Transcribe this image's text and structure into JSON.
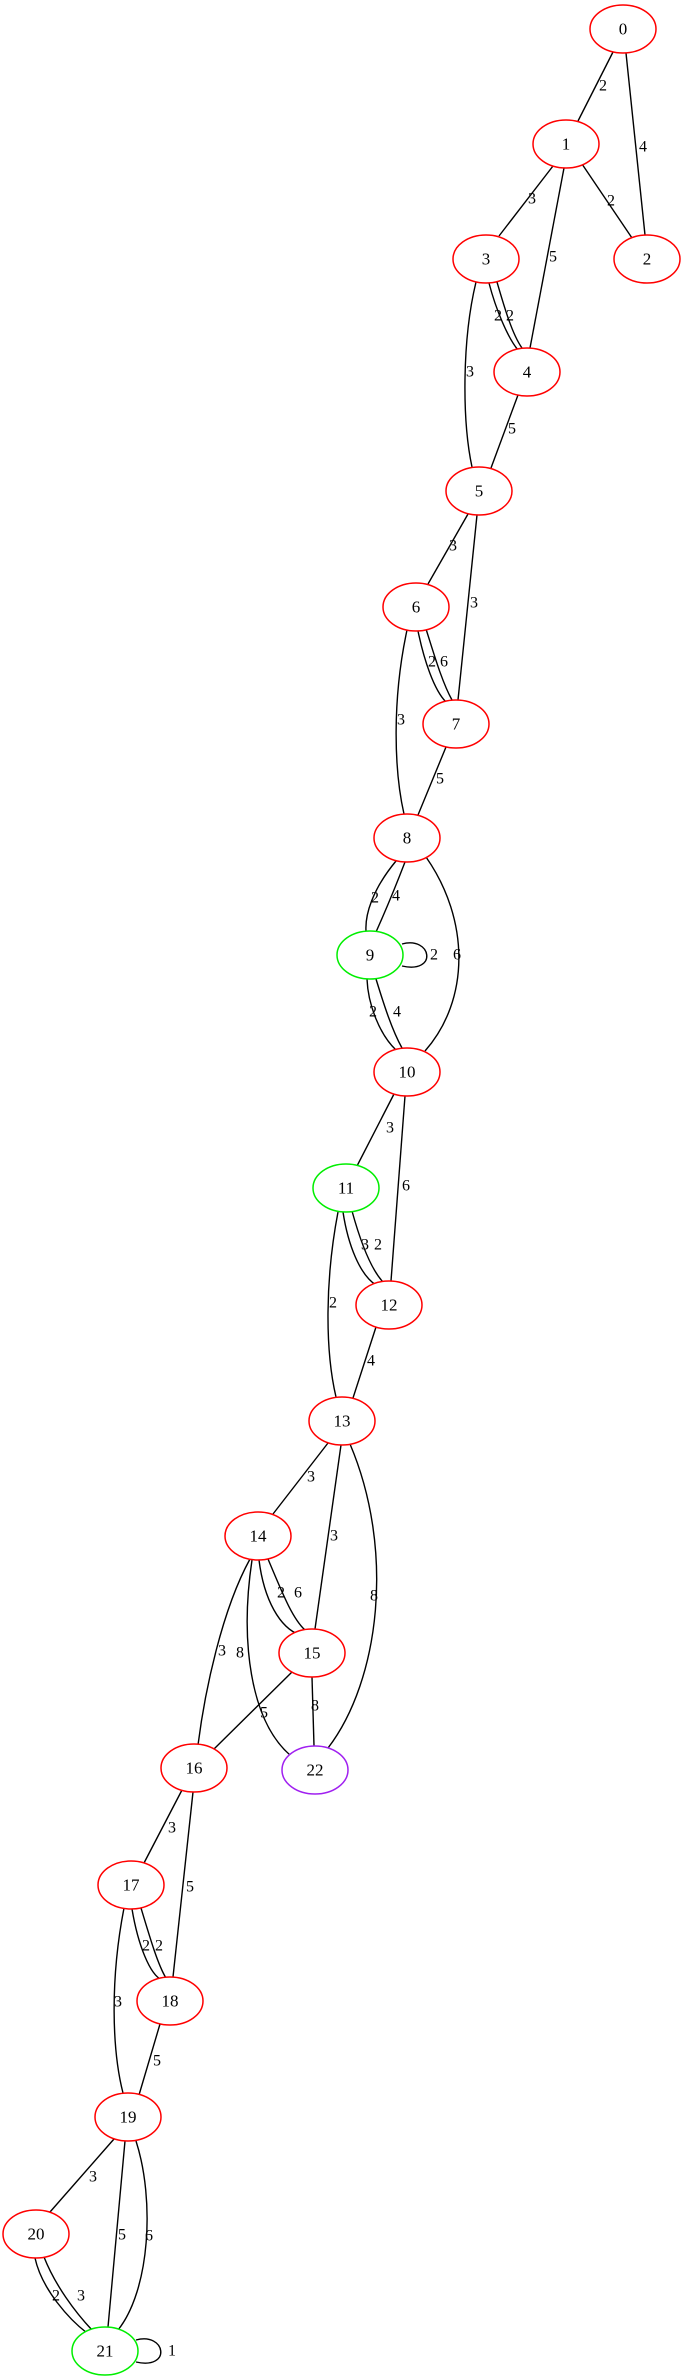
{
  "colors": {
    "red": "#ff0000",
    "green": "#00ee00",
    "purple": "#a020f0",
    "edge": "#000000"
  },
  "nodes": [
    {
      "id": "0",
      "label": "0",
      "color": "red"
    },
    {
      "id": "1",
      "label": "1",
      "color": "red"
    },
    {
      "id": "2",
      "label": "2",
      "color": "red"
    },
    {
      "id": "3",
      "label": "3",
      "color": "red"
    },
    {
      "id": "4",
      "label": "4",
      "color": "red"
    },
    {
      "id": "5",
      "label": "5",
      "color": "red"
    },
    {
      "id": "6",
      "label": "6",
      "color": "red"
    },
    {
      "id": "7",
      "label": "7",
      "color": "red"
    },
    {
      "id": "8",
      "label": "8",
      "color": "red"
    },
    {
      "id": "9",
      "label": "9",
      "color": "green"
    },
    {
      "id": "10",
      "label": "10",
      "color": "red"
    },
    {
      "id": "11",
      "label": "11",
      "color": "green"
    },
    {
      "id": "12",
      "label": "12",
      "color": "red"
    },
    {
      "id": "13",
      "label": "13",
      "color": "red"
    },
    {
      "id": "14",
      "label": "14",
      "color": "red"
    },
    {
      "id": "15",
      "label": "15",
      "color": "red"
    },
    {
      "id": "16",
      "label": "16",
      "color": "red"
    },
    {
      "id": "17",
      "label": "17",
      "color": "red"
    },
    {
      "id": "18",
      "label": "18",
      "color": "red"
    },
    {
      "id": "19",
      "label": "19",
      "color": "red"
    },
    {
      "id": "20",
      "label": "20",
      "color": "red"
    },
    {
      "id": "21",
      "label": "21",
      "color": "green"
    },
    {
      "id": "22",
      "label": "22",
      "color": "purple"
    }
  ],
  "edges": [
    {
      "id": "0-1",
      "from": "0",
      "to": "1",
      "weight": "2"
    },
    {
      "id": "0-2",
      "from": "0",
      "to": "2",
      "weight": "4"
    },
    {
      "id": "1-3",
      "from": "1",
      "to": "3",
      "weight": "3"
    },
    {
      "id": "1-2",
      "from": "1",
      "to": "2",
      "weight": "2"
    },
    {
      "id": "1-4",
      "from": "1",
      "to": "4",
      "weight": "5"
    },
    {
      "id": "3-4a",
      "from": "3",
      "to": "4",
      "weight": "2"
    },
    {
      "id": "3-4b",
      "from": "3",
      "to": "4",
      "weight": "2"
    },
    {
      "id": "3-5",
      "from": "3",
      "to": "5",
      "weight": "3"
    },
    {
      "id": "4-5",
      "from": "4",
      "to": "5",
      "weight": "5"
    },
    {
      "id": "5-6",
      "from": "5",
      "to": "6",
      "weight": "3"
    },
    {
      "id": "5-7",
      "from": "5",
      "to": "7",
      "weight": "3"
    },
    {
      "id": "6-7a",
      "from": "6",
      "to": "7",
      "weight": "2"
    },
    {
      "id": "6-7b",
      "from": "6",
      "to": "7",
      "weight": "6"
    },
    {
      "id": "6-8",
      "from": "6",
      "to": "8",
      "weight": "3"
    },
    {
      "id": "7-8",
      "from": "7",
      "to": "8",
      "weight": "5"
    },
    {
      "id": "8-9a",
      "from": "8",
      "to": "9",
      "weight": "2"
    },
    {
      "id": "8-9b",
      "from": "8",
      "to": "9",
      "weight": "4"
    },
    {
      "id": "8-10",
      "from": "8",
      "to": "10",
      "weight": "6"
    },
    {
      "id": "9-9",
      "from": "9",
      "to": "9",
      "weight": "2"
    },
    {
      "id": "9-10a",
      "from": "9",
      "to": "10",
      "weight": "2"
    },
    {
      "id": "9-10b",
      "from": "9",
      "to": "10",
      "weight": "4"
    },
    {
      "id": "10-11",
      "from": "10",
      "to": "11",
      "weight": "3"
    },
    {
      "id": "10-12",
      "from": "10",
      "to": "12",
      "weight": "6"
    },
    {
      "id": "11-12a",
      "from": "11",
      "to": "12",
      "weight": "3"
    },
    {
      "id": "11-12b",
      "from": "11",
      "to": "12",
      "weight": "2"
    },
    {
      "id": "11-13",
      "from": "11",
      "to": "13",
      "weight": "2"
    },
    {
      "id": "12-13",
      "from": "12",
      "to": "13",
      "weight": "4"
    },
    {
      "id": "13-14",
      "from": "13",
      "to": "14",
      "weight": "3"
    },
    {
      "id": "13-15",
      "from": "13",
      "to": "15",
      "weight": "3"
    },
    {
      "id": "13-22",
      "from": "13",
      "to": "22",
      "weight": "8"
    },
    {
      "id": "14-15a",
      "from": "14",
      "to": "15",
      "weight": "2"
    },
    {
      "id": "14-15b",
      "from": "14",
      "to": "15",
      "weight": "6"
    },
    {
      "id": "14-16",
      "from": "14",
      "to": "16",
      "weight": "3"
    },
    {
      "id": "14-22",
      "from": "14",
      "to": "22",
      "weight": "8"
    },
    {
      "id": "15-16",
      "from": "15",
      "to": "16",
      "weight": "5"
    },
    {
      "id": "15-22",
      "from": "15",
      "to": "22",
      "weight": "8"
    },
    {
      "id": "16-17",
      "from": "16",
      "to": "17",
      "weight": "3"
    },
    {
      "id": "16-18",
      "from": "16",
      "to": "18",
      "weight": "5"
    },
    {
      "id": "17-18a",
      "from": "17",
      "to": "18",
      "weight": "2"
    },
    {
      "id": "17-18b",
      "from": "17",
      "to": "18",
      "weight": "2"
    },
    {
      "id": "17-19",
      "from": "17",
      "to": "19",
      "weight": "3"
    },
    {
      "id": "18-19",
      "from": "18",
      "to": "19",
      "weight": "5"
    },
    {
      "id": "19-20",
      "from": "19",
      "to": "20",
      "weight": "3"
    },
    {
      "id": "19-21a",
      "from": "19",
      "to": "21",
      "weight": "5"
    },
    {
      "id": "19-21b",
      "from": "19",
      "to": "21",
      "weight": "6"
    },
    {
      "id": "20-21a",
      "from": "20",
      "to": "21",
      "weight": "2"
    },
    {
      "id": "20-21b",
      "from": "20",
      "to": "21",
      "weight": "3"
    },
    {
      "id": "21-21",
      "from": "21",
      "to": "21",
      "weight": "1"
    }
  ]
}
